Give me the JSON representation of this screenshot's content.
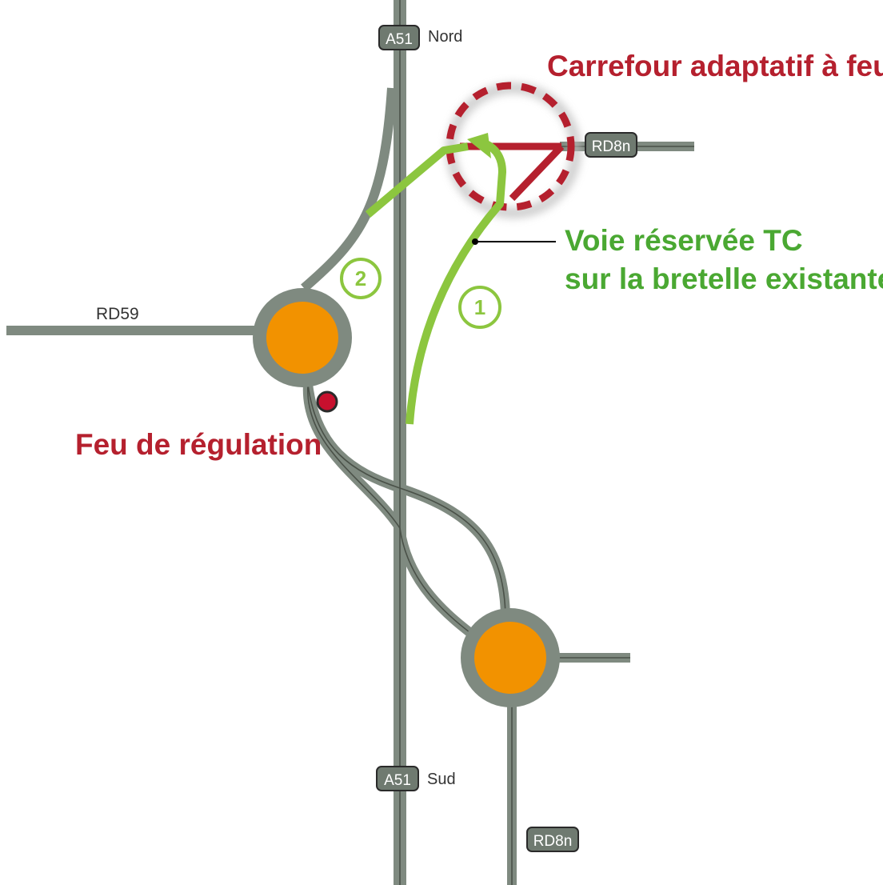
{
  "map": {
    "labels": {
      "a51_nord_sign": "A51",
      "a51_nord_dir": "Nord",
      "a51_sud_sign": "A51",
      "a51_sud_dir": "Sud",
      "rd8n_top_sign": "RD8n",
      "rd8n_bottom_sign": "RD8n",
      "rd59": "RD59",
      "carrefour": "Carrefour adaptatif à feux",
      "voie_line1": "Voie réservée TC",
      "voie_line2": "sur la bretelle existante",
      "feu": "Feu de régulation",
      "route1": "1",
      "route2": "2"
    },
    "colors": {
      "road": "#7f8a80",
      "road_center": "#4a5148",
      "roundabout_fill": "#f29200",
      "bus_lane": "#8cc63f",
      "adaptive_junction": "#b5202e",
      "traffic_light": "#c8102e",
      "sign_bg": "#6f7a70"
    }
  }
}
